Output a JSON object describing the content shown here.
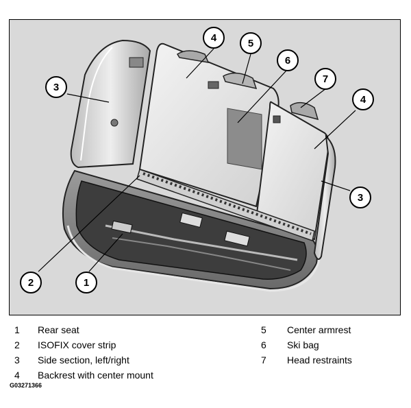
{
  "figure": {
    "callouts": [
      {
        "num": "1",
        "target": "rear seat"
      },
      {
        "num": "2",
        "target": "ISOFIX cover strip"
      },
      {
        "num": "3",
        "target": "left side section"
      },
      {
        "num": "3",
        "target": "right side section"
      },
      {
        "num": "4",
        "target": "left backrest"
      },
      {
        "num": "4",
        "target": "right backrest"
      },
      {
        "num": "5",
        "target": "center armrest"
      },
      {
        "num": "6",
        "target": "ski bag"
      },
      {
        "num": "7",
        "target": "head restraint"
      }
    ]
  },
  "legend": {
    "items": [
      {
        "num": "1",
        "text": "Rear seat"
      },
      {
        "num": "2",
        "text": "ISOFIX cover strip"
      },
      {
        "num": "3",
        "text": "Side section, left/right"
      },
      {
        "num": "4",
        "text": "Backrest with center mount"
      },
      {
        "num": "5",
        "text": "Center armrest"
      },
      {
        "num": "6",
        "text": "Ski bag"
      },
      {
        "num": "7",
        "text": "Head restraints"
      }
    ]
  },
  "figure_code": "G03271366"
}
